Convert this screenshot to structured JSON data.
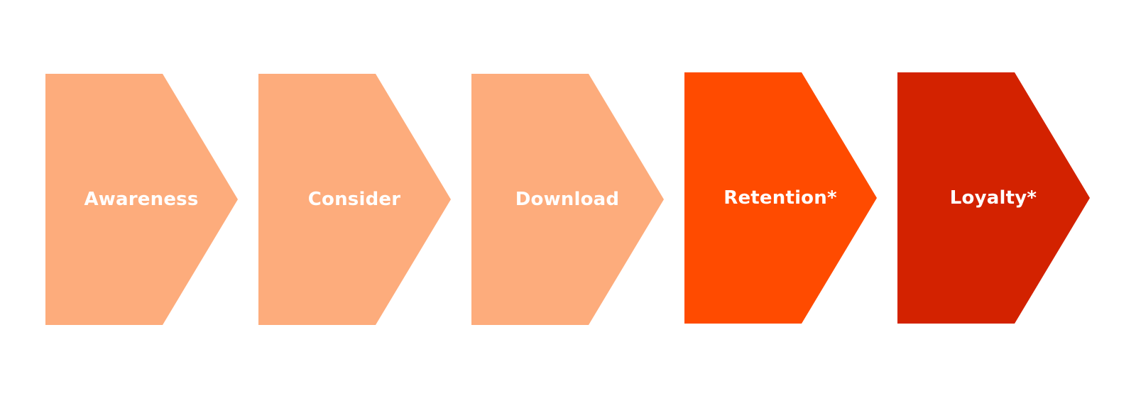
{
  "steps": [
    {
      "label": "Awareness",
      "color": "#fdac7c"
    },
    {
      "label": "Consider",
      "color": "#fdac7c"
    },
    {
      "label": "Download",
      "color": "#fdac7c"
    },
    {
      "label": "Retention*",
      "color": "#ff4b00"
    },
    {
      "label": "Loyalty*",
      "color": "#d32200"
    }
  ]
}
